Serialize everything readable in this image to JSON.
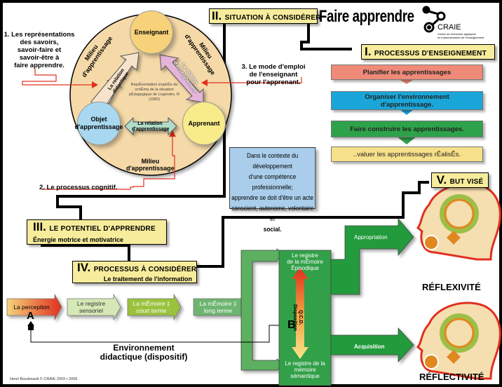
{
  "title": "Faire apprendre",
  "logo": {
    "name": "CRAIE",
    "subtitle_line1": "Centre de recherche appliquée",
    "subtitle_line2": "en instrumentation de l'enseignement"
  },
  "sections": {
    "s1": {
      "roman": "I.",
      "label": "PROCESSUS D'ENSEIGNEMENT"
    },
    "s2": {
      "roman": "II.",
      "label": "SITUATION  À CONSIDÉRER"
    },
    "s3": {
      "roman": "III.",
      "label": "LE POTENTIEL D'APPRENDRE",
      "sub": "Énergie motrice et motivatrice"
    },
    "s4": {
      "roman": "IV.",
      "label": "PROCESSUS À CONSIDÉRER",
      "sub": "Le traitement de l'information"
    },
    "s5": {
      "roman": "V.",
      "label": "BUT VISÉ"
    }
  },
  "teaching_steps": [
    {
      "label": "Planifier les apprentissages",
      "color": "#ef8a78"
    },
    {
      "label_line1": "Organiser l'environnement",
      "label_line2": "d'apprentissage.",
      "color": "#1aa6d8"
    },
    {
      "label": "Faire construire les apprentissages.",
      "color": "#2ea24a"
    },
    {
      "label": "..valuer les apprentissages rÊalisÊs.",
      "color": "#f7e08a"
    }
  ],
  "triangle": {
    "enseignant": "Enseignant",
    "objet_line1": "Objet",
    "objet_line2": "d'apprentissage",
    "apprenant": "Apprenant",
    "relation_didactique_1": "La relation",
    "relation_didactique_2": "didactique",
    "relation_enseignement_1": "La relation",
    "relation_enseignement_2": "d'enseignement",
    "relation_apprentissage_1": "La relation",
    "relation_apprentissage_2": "d'apprentissage",
    "milieu_1": "Milieu",
    "milieu_2": "d'apprentissage",
    "source_line1": "ReprÊsentation inspirÊe du",
    "source_line2": "schÊma de la situation",
    "source_line3": "pÊdagogique de Legendre, R",
    "source_line4": "(1983)"
  },
  "annotations": {
    "a1_l1": "1. Les représentations",
    "a1_l2": "des savoirs,",
    "a1_l3": "savoir-faire et",
    "a1_l4": "savoir-être à",
    "a1_l5": "faire apprendre.",
    "a2": "2. Le processus cognitif.",
    "a3_l1": "3. Le mode d'emploi",
    "a3_l2": "de l'enseignant",
    "a3_l3": "pour l'apprenant."
  },
  "context_box": {
    "l1": "Dans le contexte du développement",
    "l2": "d'une compétence professionnelle;",
    "l3": "apprendre se doit d'être un acte",
    "l4": "conscient, autonome, volontaire et",
    "l5": "social."
  },
  "info_flow": [
    {
      "l1": "La perception",
      "l2": ""
    },
    {
      "l1": "Le registre",
      "l2": "sensoriel"
    },
    {
      "l1": "La mÊmoire ‡",
      "l2": "court terme"
    },
    {
      "l1": "La mÊmoire ‡",
      "l2": "long terme"
    }
  ],
  "memory": {
    "episodic_1": "Le registre",
    "episodic_2": "de la mÊmoire",
    "episodic_3": "Épisodique",
    "semantic_1": "Le registre de la",
    "semantic_2": "mémoire",
    "semantic_3": "sémantique",
    "qcd_1": "Q.C.D.",
    "qcd_2": "Disposition",
    "appropriation": "Appropriation",
    "acquisition": "Acquisition",
    "marker_a": "A",
    "marker_b": "B"
  },
  "environment_1": "Environnement",
  "environment_2": "didactique (dispositif)",
  "outcomes": {
    "top": "RÉFLEXIVITÉ",
    "bottom": "RÉFLECTIVITÉ"
  },
  "footer": "Henri Boudreault © CRAIE 2003 • 2009"
}
